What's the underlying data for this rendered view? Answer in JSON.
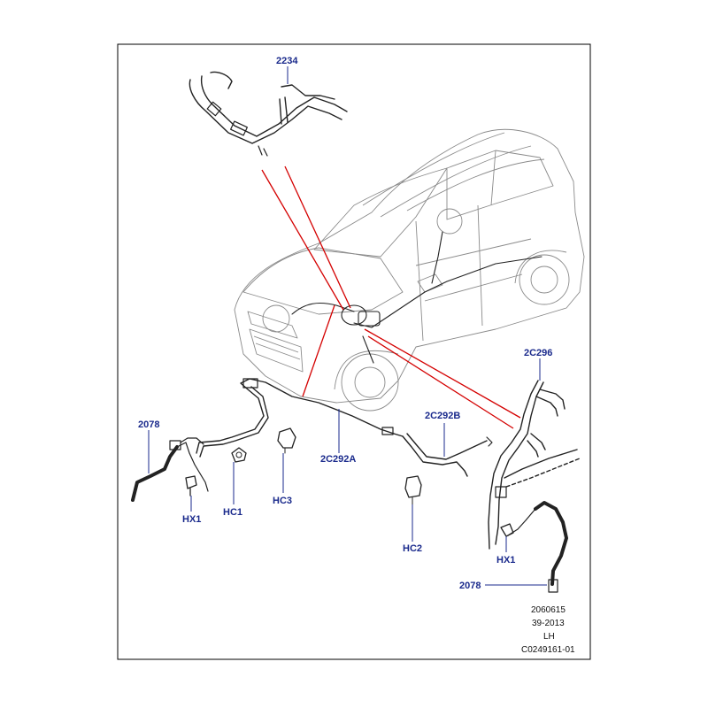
{
  "callouts": {
    "pipe_2234": "2234",
    "pipe_2c296": "2C296",
    "hose_2078_left": "2078",
    "pipe_2c292b": "2C292B",
    "pipe_2c292a": "2C292A",
    "clip_hx1_left": "HX1",
    "clip_hc1": "HC1",
    "clip_hc3": "HC3",
    "clip_hc2": "HC2",
    "clip_hx1_right": "HX1",
    "hose_2078_right": "2078"
  },
  "footer": {
    "code": "2060615",
    "date": "39-2013",
    "side": "LH",
    "ref": "C0249161-01"
  },
  "colors": {
    "frame": "#000000",
    "callout_text": "#1a2a8c",
    "reference_line": "#d40000",
    "vehicle_outline": "#8a8a8a",
    "part_ink": "#222222"
  }
}
